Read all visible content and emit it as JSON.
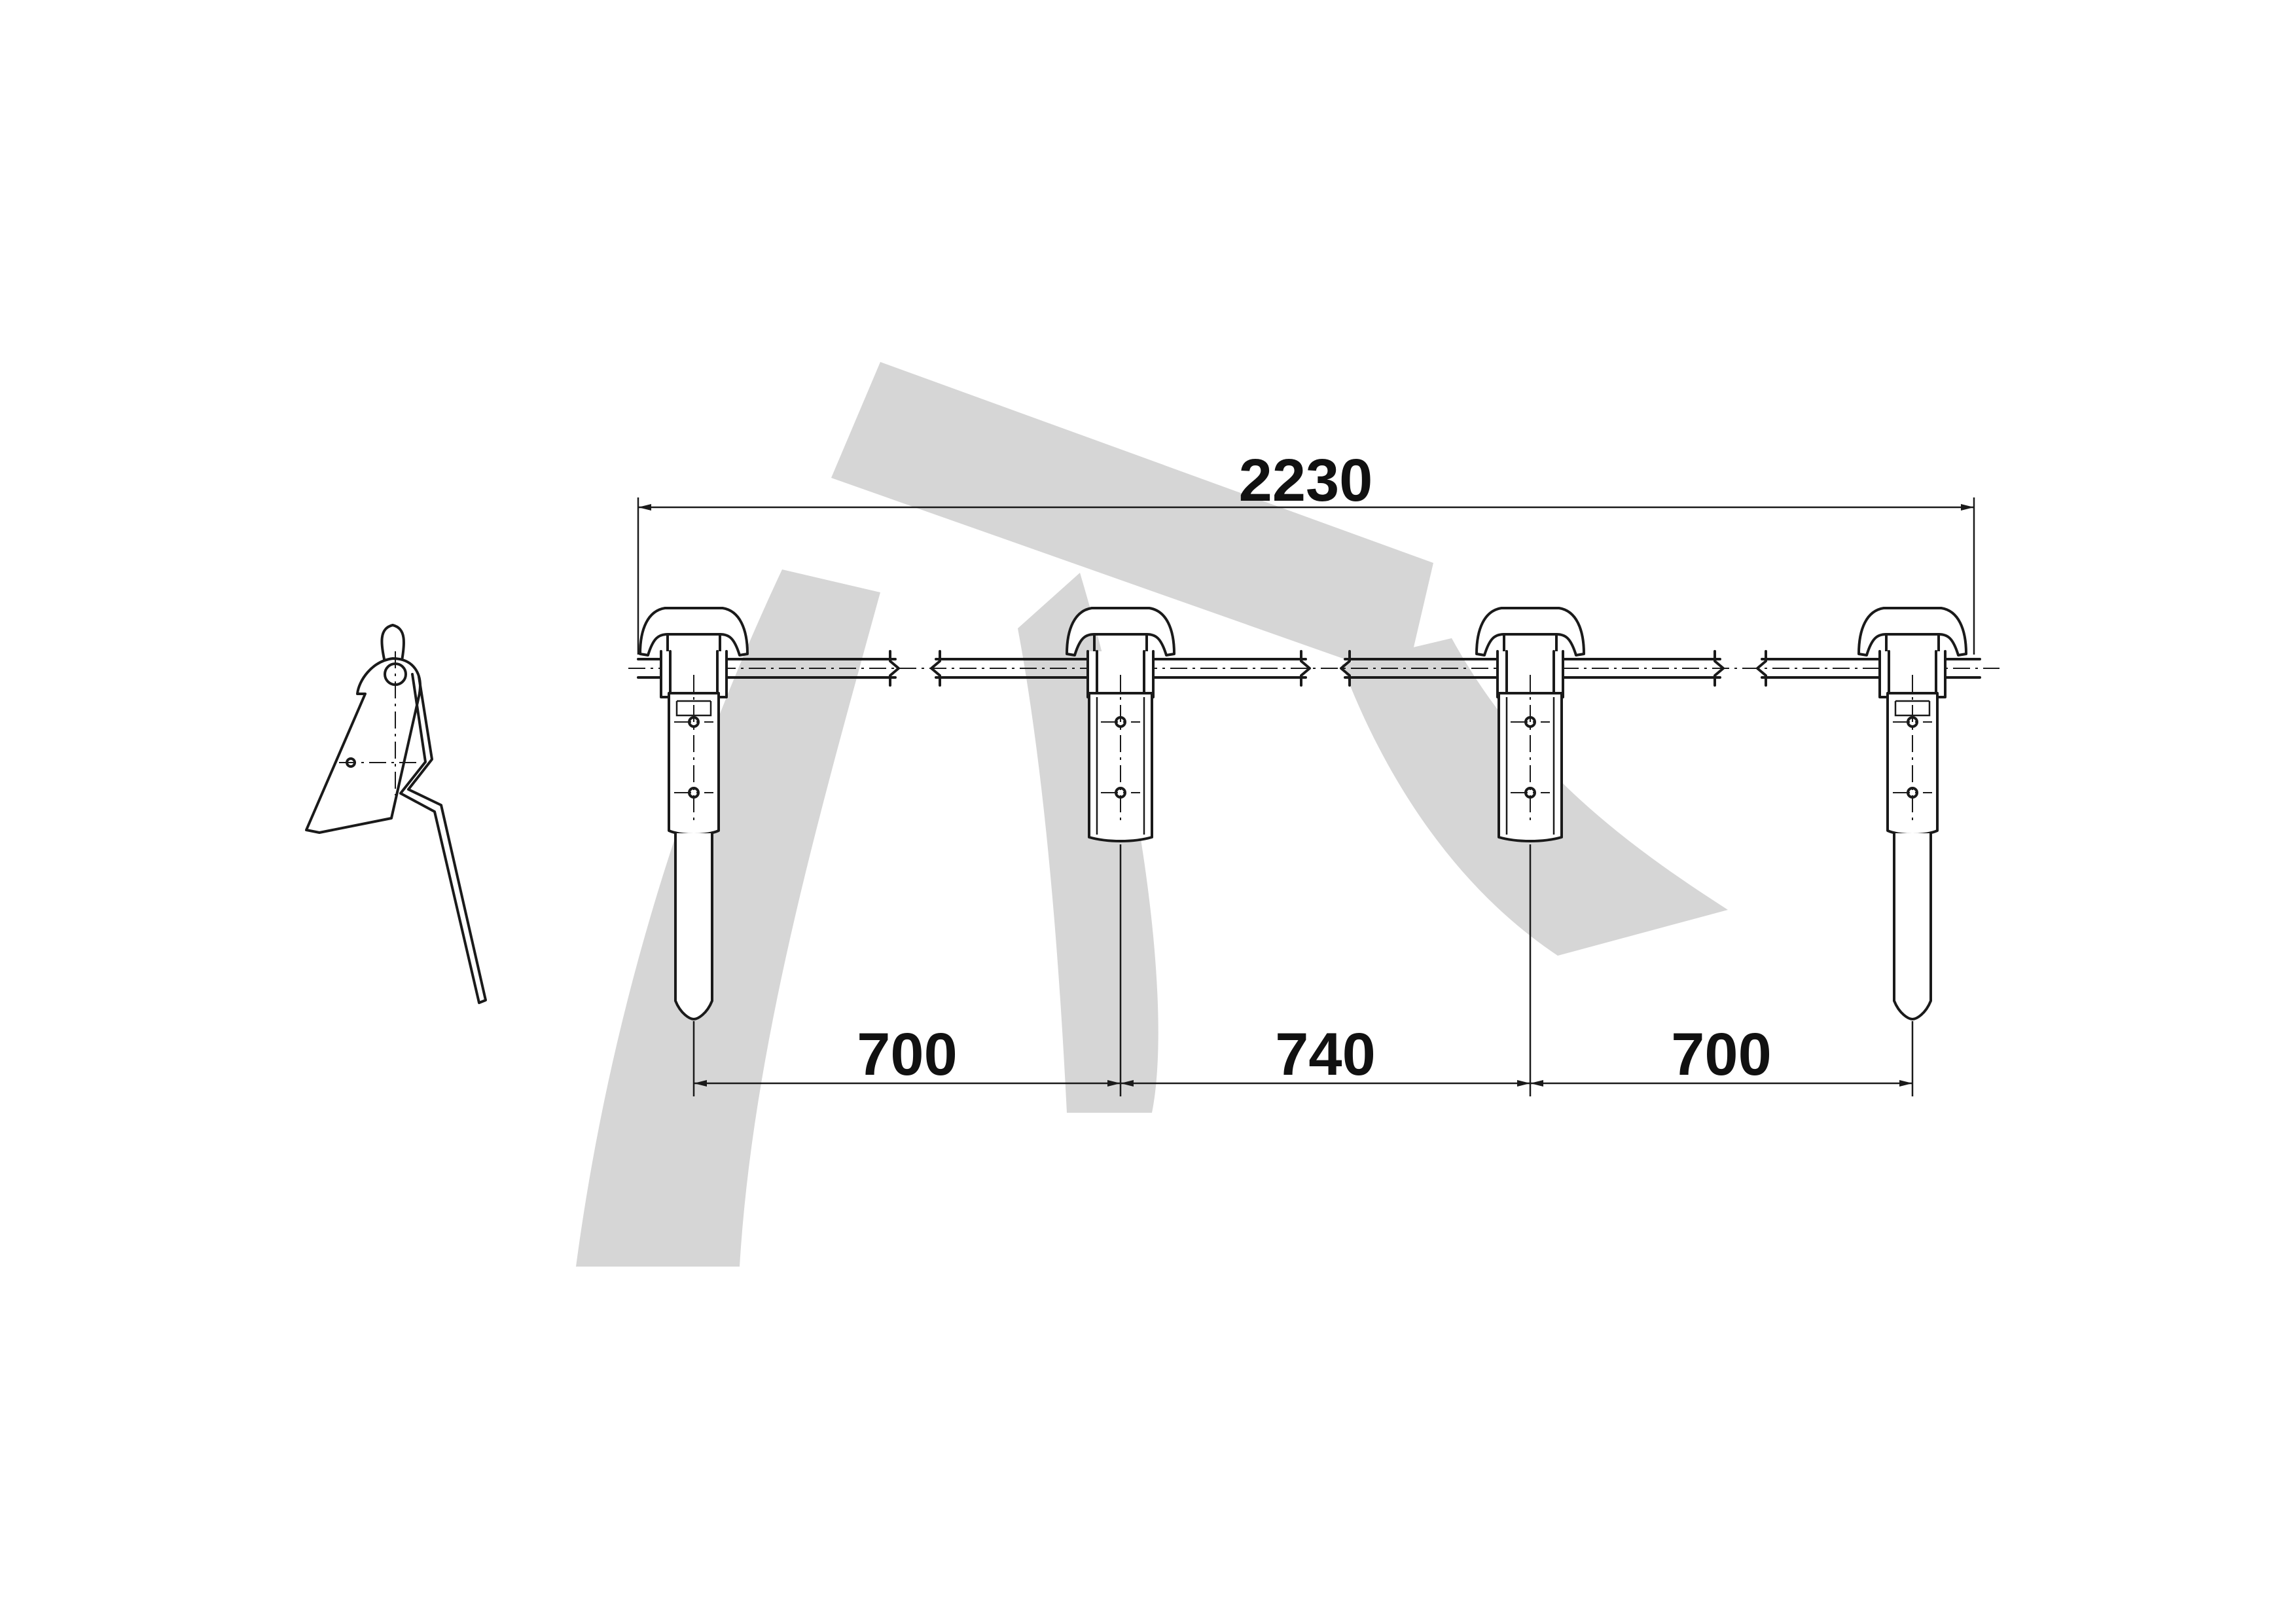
{
  "drawing": {
    "total_length_label": "2230",
    "spacing_labels": [
      "700",
      "740",
      "700"
    ],
    "watermark_color": "#d6d6d6",
    "line_color": "#1a1a1a"
  }
}
